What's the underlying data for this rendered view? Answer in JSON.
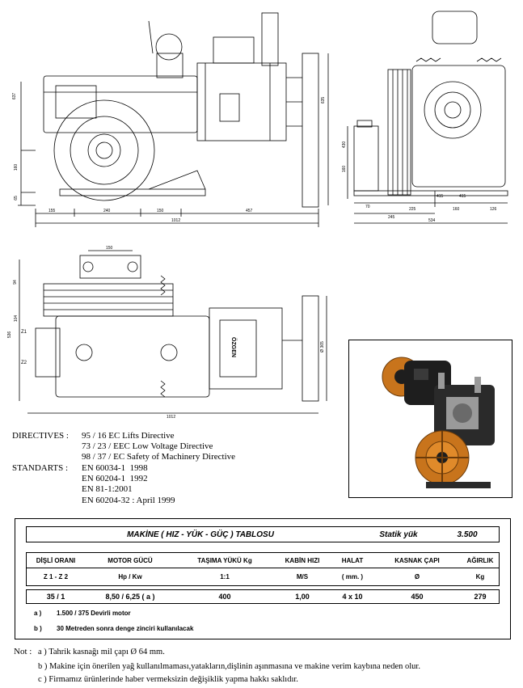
{
  "drawings": {
    "side_view": {
      "dims_bottom": [
        "155",
        "240",
        "150",
        "457"
      ],
      "dim_total": "1012",
      "dims_left": [
        "637",
        "160",
        "65"
      ],
      "dim_right": "635"
    },
    "front_view": {
      "dims_bottom_row1": [
        "70",
        "225",
        "160",
        "126"
      ],
      "dims_bottom_row2": [
        "245",
        "534"
      ],
      "dims_left": [
        "430",
        "160"
      ],
      "dims_lower": [
        "415",
        "415"
      ]
    },
    "top_view": {
      "dim_top": "150",
      "dims_left": [
        "94",
        "536",
        "104"
      ],
      "dim_right": "Ø 365",
      "dim_total": "1012",
      "shaft_labels": [
        "Z1",
        "Z2"
      ],
      "motor_label": "ÖZGEN"
    }
  },
  "compliance": {
    "directives_label": "DIRECTIVES :",
    "directives": [
      "95 / 16 EC Lifts Directive",
      "73 / 23 / EEC Low Voltage Directive",
      "98 / 37 / EC Safety of Machinery Directive"
    ],
    "standards_label": "STANDARTS :",
    "standards": [
      "EN 60034-1  1998",
      "EN 60204-1  1992",
      "EN 81-1:2001",
      "EN 60204-32 : April 1999"
    ]
  },
  "table": {
    "title": "MAKİNE ( HIZ - YÜK - GÜÇ ) TABLOSU",
    "static_label": "Statik yük",
    "static_value": "3.500",
    "headers": [
      "DİŞLİ ORANI",
      "MOTOR GÜCÜ",
      "TAŞIMA YÜKÜ Kg",
      "KABİN HIZI",
      "HALAT",
      "KASNAK ÇAPI",
      "AĞIRLIK"
    ],
    "units": [
      "Z 1 - Z 2",
      "Hp / Kw",
      "1:1",
      "M/S",
      "( mm. )",
      "Ø",
      "Kg"
    ],
    "row": [
      "35  /  1",
      "8,50  /  6,25   ( a )",
      "400",
      "1,00",
      "4 x 10",
      "450",
      "279"
    ],
    "footnotes": [
      {
        "key": "a )",
        "text": "1.500  / 375 Devirli motor"
      },
      {
        "key": "b )",
        "text": "30 Metreden sonra denge zinciri kullanılacak"
      }
    ]
  },
  "notes": {
    "label": "Not :",
    "items": [
      "a ) Tahrik kasnağı mil çapı Ø 64 mm.",
      "b ) Makine için önerilen yağ kullanılmaması,yatakların,dişlinin aşınmasına ve makine verim kaybına neden olur.",
      "c ) Firmamız ürünlerinde haber vermeksizin değişiklik yapma hakkı saklıdır."
    ]
  },
  "colors": {
    "line": "#000000",
    "sheave": "#c8741c",
    "motor_dark": "#1e1e1e",
    "metal": "#9a9a9a"
  }
}
